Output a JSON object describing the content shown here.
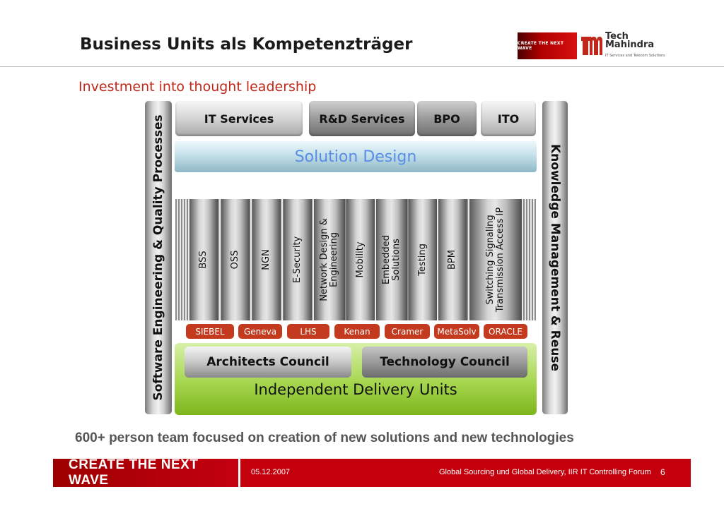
{
  "header": {
    "title": "Business Units als Kompetenzträger",
    "subtitle": "Investment into thought leadership",
    "logo_wave_text": "CREATE THE NEXT WAVE",
    "logo_company": "Tech Mahindra",
    "logo_company_line1": "Tech",
    "logo_company_line2": "Mahindra",
    "logo_tagline": "IT Services and Telecom Solutions"
  },
  "side": {
    "left": "Software Engineering & Quality Processes",
    "right": "Knowledge Management & Reuse"
  },
  "services": [
    "IT Services",
    "R&D Services",
    "BPO",
    "ITO"
  ],
  "solution_design": "Solution Design",
  "competencies": [
    "BSS",
    "OSS",
    "NGN",
    "E-Security",
    "Network Design & Engineering",
    "Mobility",
    "Embedded Solutions",
    "Testing",
    "BPM",
    "Switching Signaling Transmission Access IP"
  ],
  "tools": [
    "SIEBEL",
    "Geneva",
    "LHS",
    "Kenan",
    "Cramer",
    "MetaSolv",
    "ORACLE"
  ],
  "councils": {
    "architects": "Architects Council",
    "technology": "Technology Council"
  },
  "delivery_units": "Independent Delivery Units",
  "tagline": "600+ person team focused on creation of new solutions and new technologies",
  "footer": {
    "logo_text": "CREATE THE NEXT WAVE",
    "date": "05.12.2007",
    "event": "Global Sourcing und Global Delivery, IIR IT Controlling Forum",
    "page": "6"
  },
  "colors": {
    "accent_red": "#c3000b",
    "subtitle_red": "#c0281b",
    "solution_blue": "#5a8de8",
    "delivery_green": "#a6d64f",
    "tool_pill_red": "#c33a1e"
  }
}
